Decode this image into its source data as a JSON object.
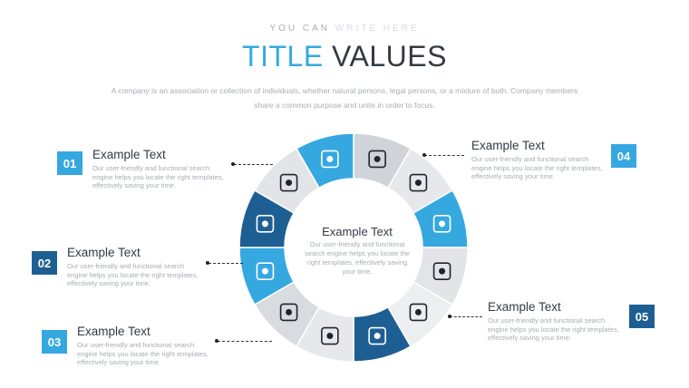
{
  "header": {
    "eyebrow_main": "YOU CAN ",
    "eyebrow_light": "WRITE HERE",
    "title_accent": "TITLE",
    "title_rest": " VALUES",
    "intro": "A company is an association or collection of individuals, whether natural persons, legal persons, or a mixture of both. Company members share a common purpose and unite in order to focus."
  },
  "center": {
    "heading": "Example Text",
    "body": "Our user-friendly and functional search engine helps you locate the right templates, effectively saving your time."
  },
  "items": [
    {
      "number": "01",
      "heading": "Example Text",
      "body": "Our user-friendly and functional search engine helps you locate the right templates, effectively saving your time."
    },
    {
      "number": "02",
      "heading": "Example Text",
      "body": "Our user-friendly and functional search engine helps you locate the right templates, effectively saving your time."
    },
    {
      "number": "03",
      "heading": "Example Text",
      "body": "Our user-friendly and functional search engine helps you locate the right templates, effectively saving your time."
    },
    {
      "number": "04",
      "heading": "Example Text",
      "body": "Our user-friendly and functional search engine helps you locate the right templates, effectively saving your time."
    },
    {
      "number": "05",
      "heading": "Example Text",
      "body": "Our user-friendly and functional search engine helps you locate the right templates, effectively saving your time."
    }
  ],
  "ring": {
    "segment_colors": [
      "#d0d3d8",
      "#e6e8eb",
      "#35a8e0",
      "#e2e4e7",
      "#eceef0",
      "#1e5f93",
      "#e6e8eb",
      "#d8dbdf",
      "#35a8e0",
      "#1e5f93",
      "#e2e4e7",
      "#35a8e0"
    ],
    "segment_icons": [
      "presentation-board-icon",
      "clipboard-icon",
      "team-chat-icon",
      "delivery-truck-icon",
      "network-hub-icon",
      "hourglass-icon",
      "calendar-check-icon",
      "phone-chat-icon",
      "target-icon",
      "briefcase-icon",
      "handshake-icon",
      "calculator-money-icon"
    ]
  }
}
